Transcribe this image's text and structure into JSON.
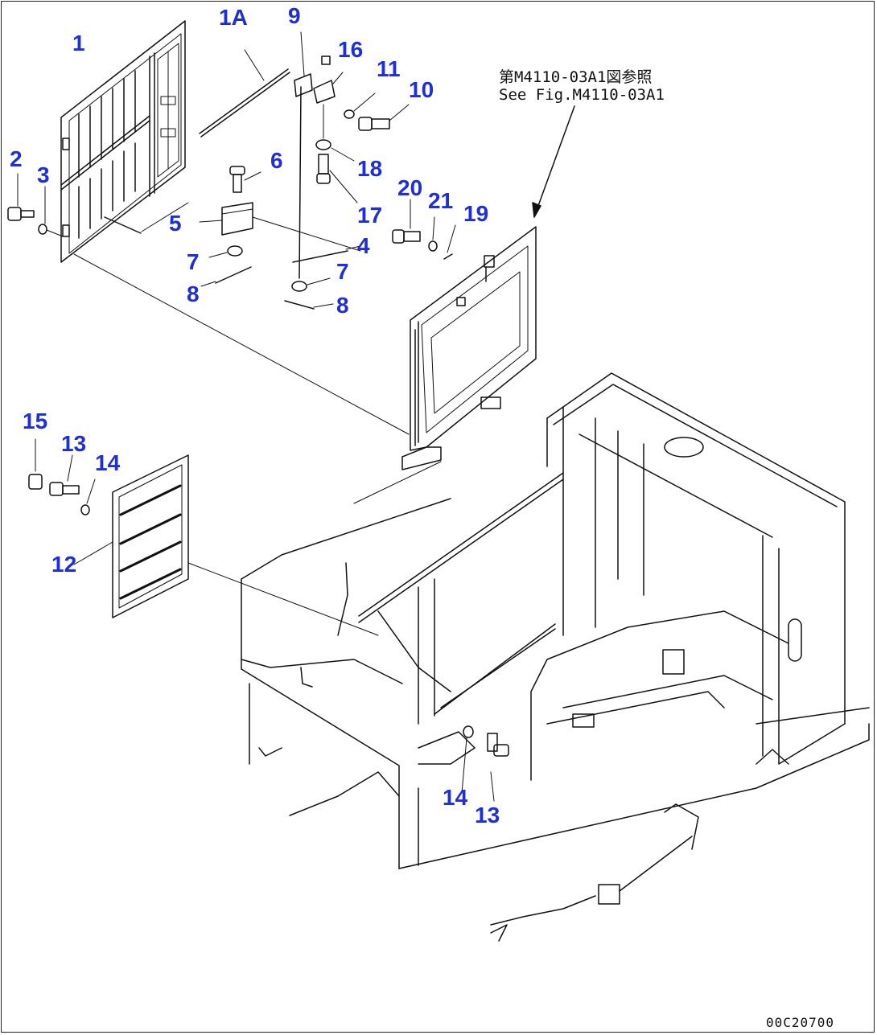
{
  "reference_note": {
    "line1": "第M4110-03A1図参照",
    "line2": "See Fig.M4110-03A1"
  },
  "drawing_code": "00C20700",
  "callout_color": "#1f2fd6",
  "callouts": [
    {
      "id": "c1",
      "label": "1"
    },
    {
      "id": "c1a",
      "label": "1A"
    },
    {
      "id": "c9",
      "label": "9"
    },
    {
      "id": "c16",
      "label": "16"
    },
    {
      "id": "c11",
      "label": "11"
    },
    {
      "id": "c10",
      "label": "10"
    },
    {
      "id": "c2",
      "label": "2"
    },
    {
      "id": "c3",
      "label": "3"
    },
    {
      "id": "c6",
      "label": "6"
    },
    {
      "id": "c18",
      "label": "18"
    },
    {
      "id": "c17",
      "label": "17"
    },
    {
      "id": "c20",
      "label": "20"
    },
    {
      "id": "c21",
      "label": "21"
    },
    {
      "id": "c19",
      "label": "19"
    },
    {
      "id": "c5",
      "label": "5"
    },
    {
      "id": "c4",
      "label": "4"
    },
    {
      "id": "c7a",
      "label": "7"
    },
    {
      "id": "c7b",
      "label": "7"
    },
    {
      "id": "c8a",
      "label": "8"
    },
    {
      "id": "c8b",
      "label": "8"
    },
    {
      "id": "c15",
      "label": "15"
    },
    {
      "id": "c13a",
      "label": "13"
    },
    {
      "id": "c14a",
      "label": "14"
    },
    {
      "id": "c12",
      "label": "12"
    },
    {
      "id": "c14b",
      "label": "14"
    },
    {
      "id": "c13b",
      "label": "13"
    }
  ]
}
